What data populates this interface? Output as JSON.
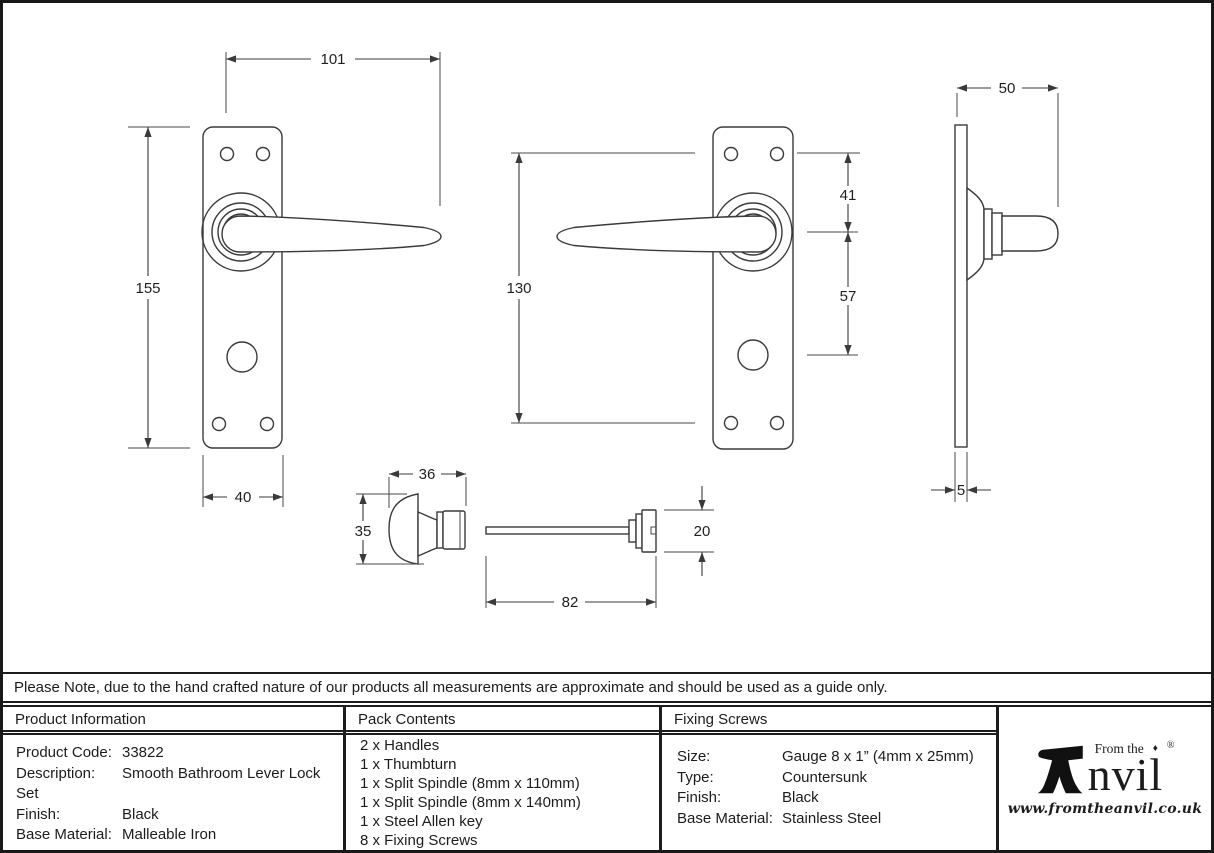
{
  "note": "Please Note, due to the hand crafted nature of our products all measurements are approximate and should be used as a guide only.",
  "product_information": {
    "title": "Product Information",
    "rows": [
      {
        "label": "Product Code:",
        "value": "33822"
      },
      {
        "label": "Description:",
        "value": "Smooth Bathroom Lever Lock Set"
      },
      {
        "label": "Finish:",
        "value": "Black"
      },
      {
        "label": "Base Material:",
        "value": "Malleable Iron"
      }
    ]
  },
  "pack_contents": {
    "title": "Pack Contents",
    "items": [
      "2 x Handles",
      "1 x Thumbturn",
      "1 x Split Spindle (8mm x 110mm)",
      "1 x Split Spindle (8mm x 140mm)",
      "1 x Steel Allen key",
      "8 x Fixing Screws"
    ]
  },
  "fixing_screws": {
    "title": "Fixing Screws",
    "rows": [
      {
        "label": "Size:",
        "value": "Gauge 8 x 1” (4mm x 25mm)"
      },
      {
        "label": "Type:",
        "value": "Countersunk"
      },
      {
        "label": "Finish:",
        "value": "Black"
      },
      {
        "label": "Base Material:",
        "value": "Stainless Steel"
      }
    ]
  },
  "logo": {
    "prefix": "From the",
    "diamond": "♦",
    "registered": "®",
    "wordmark_rest": "nvil",
    "website": "www.fromtheanvil.co.uk"
  },
  "dimensions": {
    "lever_length": "101",
    "plate_height": "155",
    "plate_width": "40",
    "handle_height": "130",
    "top_to_spindle": "41",
    "spindle_to_turn": "57",
    "projection": "50",
    "plate_thickness": "5",
    "thumbturn_width": "36",
    "thumbturn_height": "35",
    "spindle_length": "82",
    "turn_rose_diameter": "20"
  },
  "colors": {
    "line": "#3a3a3a",
    "text": "#1f1f1f",
    "border": "#1d1d1d",
    "background": "#ffffff"
  }
}
